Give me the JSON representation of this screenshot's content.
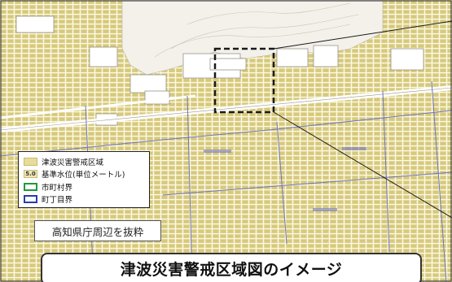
{
  "map": {
    "zone_color": "#e7dc9a",
    "city_boundary_color": "#1f9a3a",
    "town_boundary_color": "#2a3ea8"
  },
  "legend": {
    "items": [
      {
        "label": "津波災害警戒区域",
        "symbol": "zone-swatch"
      },
      {
        "label": "基準水位(単位メートル)",
        "symbol": "level-swatch",
        "swatch_text": "5.0"
      },
      {
        "label": "市町村界",
        "symbol": "city-boundary-swatch"
      },
      {
        "label": "町丁目界",
        "symbol": "town-boundary-swatch"
      }
    ]
  },
  "excerpt_label": "高知県庁周辺を抜粋",
  "caption": "津波災害警戒区域図のイメージ"
}
